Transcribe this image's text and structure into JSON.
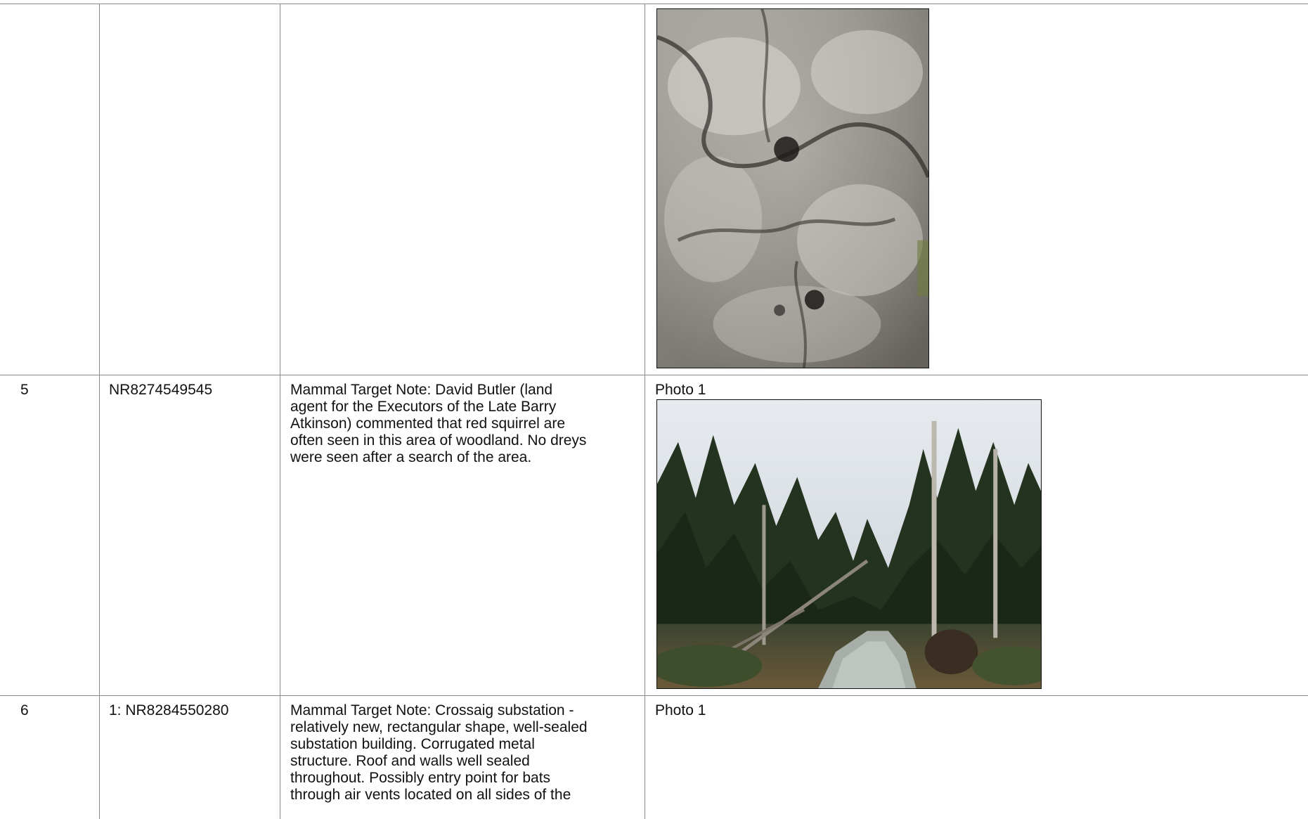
{
  "rows": [
    {
      "id": "row-4-continued",
      "photo": {
        "subject": "lichen-covered-rock"
      }
    },
    {
      "id": "row-5",
      "number": "5",
      "grid_ref": "NR8274549545",
      "note": "Mammal Target Note:  David Butler (land\nagent for the Executors of the Late Barry\nAtkinson) commented that red squirrel are\noften seen in this area of woodland. No dreys\nwere seen after a search of the area.",
      "photo_label": "Photo 1",
      "photo": {
        "subject": "conifer-woodland-track"
      }
    },
    {
      "id": "row-6",
      "number": "6",
      "grid_ref": "1:  NR8284550280",
      "note": "Mammal Target Note: Crossaig substation -\nrelatively new, rectangular shape, well-sealed\nsubstation building. Corrugated metal\nstructure. Roof and walls well sealed\nthroughout. Possibly entry point for bats\nthrough air vents located on all sides of the",
      "photo_label": "Photo 1"
    }
  ],
  "colors": {
    "rule": "#8a8a8a",
    "text": "#111111",
    "photo_border": "#111111"
  }
}
